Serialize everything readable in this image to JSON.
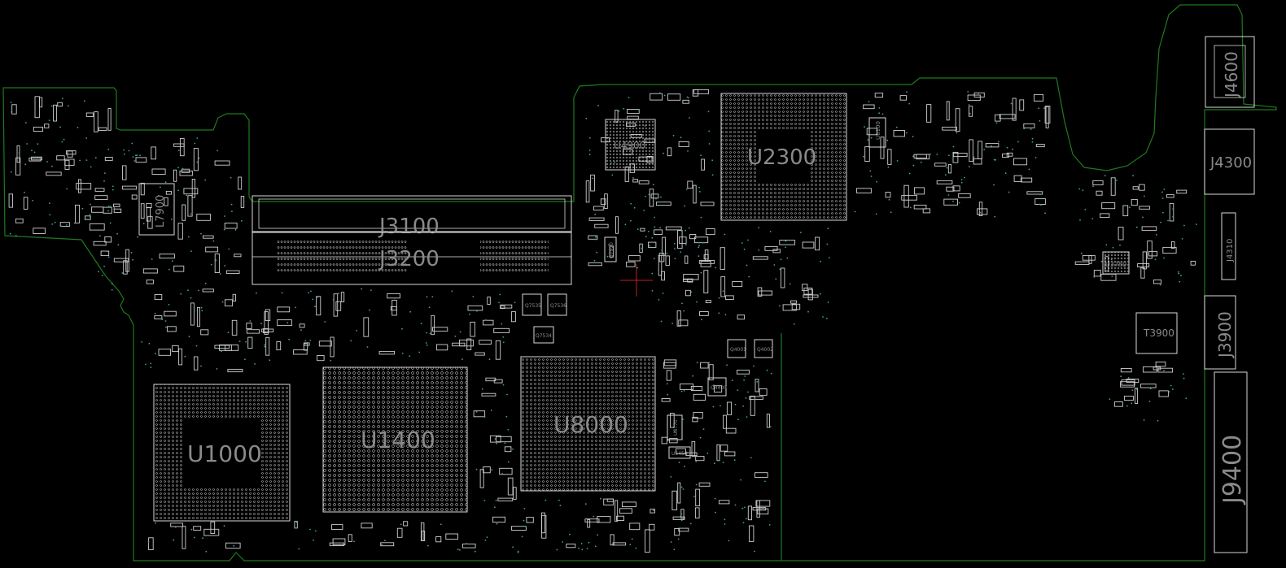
{
  "colors": {
    "background": "#000000",
    "board_outline": "#1f7a1f",
    "component_outline": "#d8d8d8",
    "label": "#8a8a8a",
    "via": "#3fa3a3",
    "cursor": "#c02020"
  },
  "components": {
    "J4600": "J4600",
    "J4300": "J4300",
    "J4310": "J4310",
    "J3900": "J3900",
    "J9400": "J9400",
    "T3900": "T3900",
    "U3780": "U3780",
    "U4900": "U4900",
    "U2300": "U2300",
    "U6100": "U6100",
    "J3100": "J3100",
    "J3200": "J3200",
    "L7900": "L7900",
    "U1000": "U1000",
    "U1400": "U1400",
    "U8000": "U8000",
    "Q7920": "Q7920",
    "Q7535": "Q7535",
    "Q7536": "Q7536",
    "Q7534": "Q7534",
    "Q4001": "Q4001",
    "Q4002": "Q4002",
    "Q4400": "Q4400",
    "U8770": "U8770",
    "U5450": "U5450"
  }
}
